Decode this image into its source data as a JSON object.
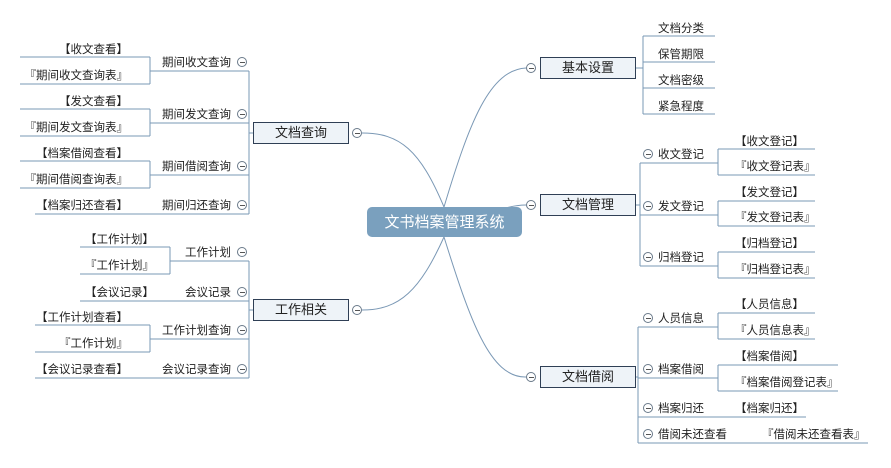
{
  "root": {
    "label": "文书档案管理系统"
  },
  "right": [
    {
      "label": "基本设置",
      "children": [
        {
          "label": "文档分类"
        },
        {
          "label": "保管期限"
        },
        {
          "label": "文档密级"
        },
        {
          "label": "紧急程度"
        }
      ]
    },
    {
      "label": "文档管理",
      "children": [
        {
          "label": "收文登记",
          "leaves": [
            "【收文登记】",
            "『收文登记表』"
          ]
        },
        {
          "label": "发文登记",
          "leaves": [
            "【发文登记】",
            "『发文登记表』"
          ]
        },
        {
          "label": "归档登记",
          "leaves": [
            "【归档登记】",
            "『归档登记表』"
          ]
        }
      ]
    },
    {
      "label": "文档借阅",
      "children": [
        {
          "label": "人员信息",
          "leaves": [
            "【人员信息】",
            "『人员信息表』"
          ]
        },
        {
          "label": "档案借阅",
          "leaves": [
            "【档案借阅】",
            "『档案借阅登记表』"
          ]
        },
        {
          "label": "档案归还",
          "leaves": [
            "【档案归还】"
          ]
        },
        {
          "label": "借阅未还查看",
          "leaves": [
            "『借阅未还查看表』"
          ]
        }
      ]
    }
  ],
  "left": [
    {
      "label": "文档查询",
      "children": [
        {
          "label": "期间收文查询",
          "leaves": [
            "【收文查看】",
            "『期间收文查询表』"
          ]
        },
        {
          "label": "期间发文查询",
          "leaves": [
            "【发文查看】",
            "『期间发文查询表』"
          ]
        },
        {
          "label": "期间借阅查询",
          "leaves": [
            "【档案借阅查看】",
            "『期间借阅查询表』"
          ]
        },
        {
          "label": "期间归还查询",
          "leaves": [
            "【档案归还查看】"
          ]
        }
      ]
    },
    {
      "label": "工作相关",
      "children": [
        {
          "label": "工作计划",
          "leaves": [
            "【工作计划】",
            "『工作计划』"
          ]
        },
        {
          "label": "会议记录",
          "leaves": [
            "【会议记录】"
          ]
        },
        {
          "label": "工作计划查询",
          "leaves": [
            "【工作计划查看】",
            "『工作计划』"
          ]
        },
        {
          "label": "会议记录查询",
          "leaves": [
            "【会议记录查看】"
          ]
        }
      ]
    }
  ]
}
